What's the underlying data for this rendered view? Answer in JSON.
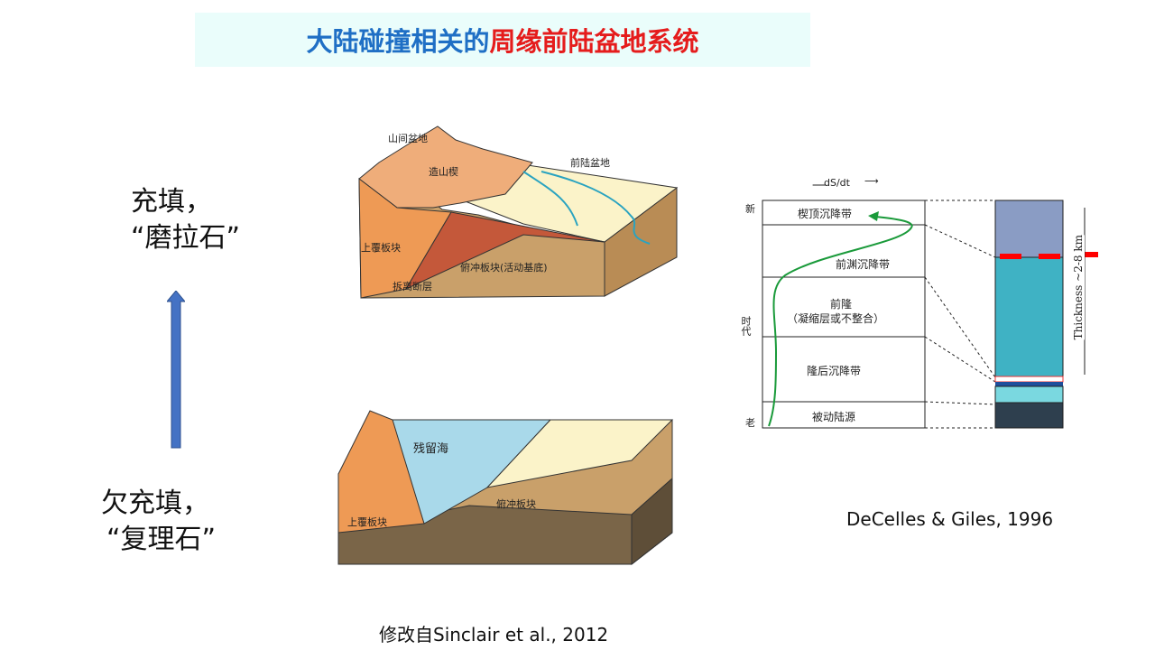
{
  "title": {
    "part1": "大陆碰撞相关的",
    "part2": "周缘前陆盆地系统"
  },
  "left": {
    "top_line1": "充填，",
    "top_line2": "“磨拉石”",
    "bottom_line1": "欠充填，",
    "bottom_line2": "“复理石”"
  },
  "upper_diagram": {
    "labels": [
      "山间盆地",
      "造山楔",
      "前陆盆地",
      "上覆板块",
      "俯冲板块(活动基底)",
      "拆离断层"
    ]
  },
  "lower_diagram": {
    "labels": [
      "残留海",
      "上覆板块",
      "俯冲板块"
    ]
  },
  "strat": {
    "axis_top": "dS/dt",
    "axis_side": "时代",
    "new": "新",
    "old": "老",
    "zones": [
      "楔顶沉降带",
      "前渊沉降带",
      "前隆",
      "（凝缩层或不整合）",
      "隆后沉降带",
      "被动陆源"
    ],
    "thickness": "Thickness ~2-8 km"
  },
  "citation_right": "DeCelles & Giles, 1996",
  "citation_bottom": "修改自Sinclair et al., 2012"
}
